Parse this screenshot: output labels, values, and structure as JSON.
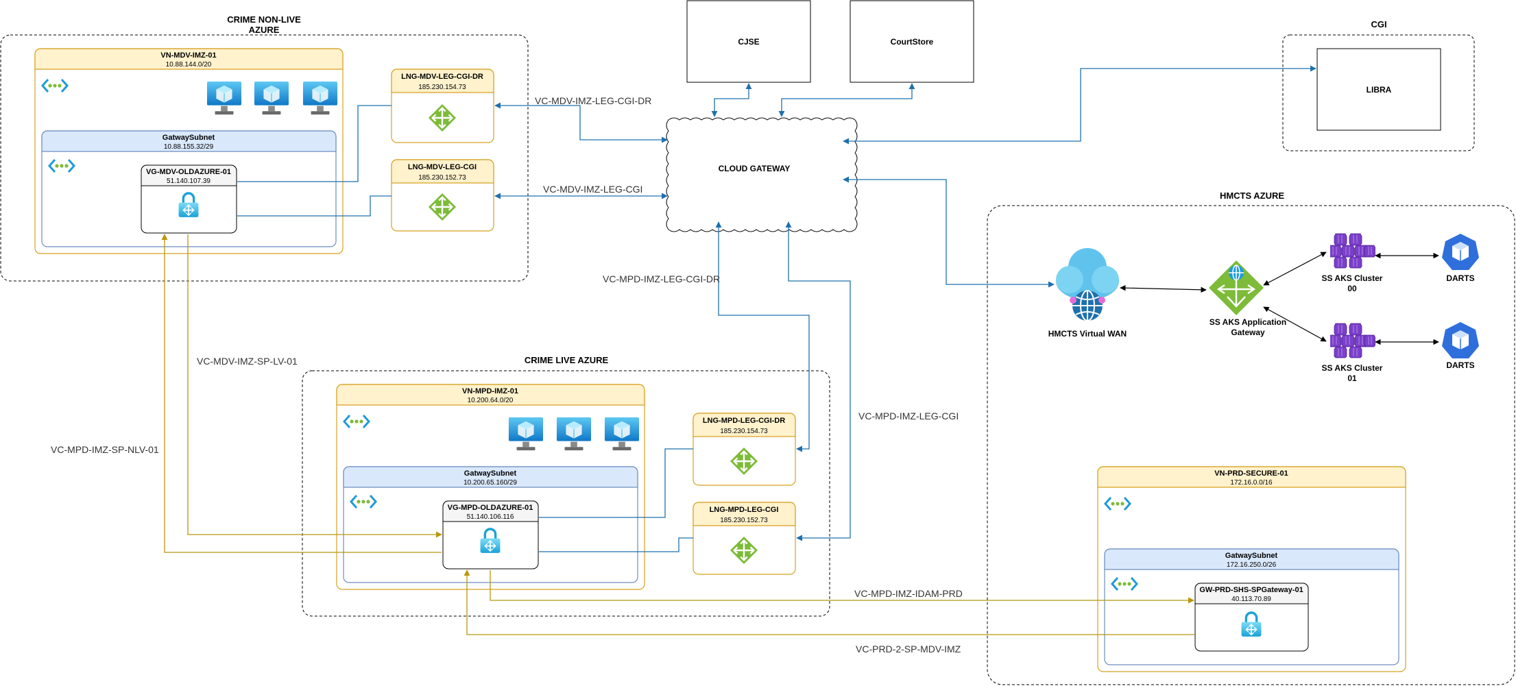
{
  "zones": {
    "crime_non_live": {
      "title_line1": "CRIME NON-LIVE",
      "title_line2": "AZURE"
    },
    "crime_live": {
      "title": "CRIME LIVE AZURE"
    },
    "hmcts_azure": {
      "title": "HMCTS AZURE"
    },
    "cgi": {
      "title": "CGI"
    }
  },
  "vnets": {
    "mdv": {
      "name": "VN-MDV-IMZ-01",
      "cidr": "10.88.144.0/20"
    },
    "mpd": {
      "name": "VN-MPD-IMZ-01",
      "cidr": "10.200.64.0/20"
    },
    "prd": {
      "name": "VN-PRD-SECURE-01",
      "cidr": "172.16.0.0/16"
    }
  },
  "subnets": {
    "mdv": {
      "name": "GatwaySubnet",
      "cidr": "10.88.155.32/29"
    },
    "mpd": {
      "name": "GatwaySubnet",
      "cidr": "10.200.65.160/29"
    },
    "prd": {
      "name": "GatwaySubnet",
      "cidr": "172.16.250.0/26"
    }
  },
  "gateways": {
    "mdv": {
      "name": "VG-MDV-OLDAZURE-01",
      "ip": "51.140.107.39"
    },
    "mpd": {
      "name": "VG-MPD-OLDAZURE-01",
      "ip": "51.140.106.116"
    },
    "prd": {
      "name": "GW-PRD-SHS-SPGateway-01",
      "ip": "40.113.70.89"
    }
  },
  "lngs": {
    "mdv_dr": {
      "name": "LNG-MDV-LEG-CGI-DR",
      "ip": "185.230.154.73"
    },
    "mdv": {
      "name": "LNG-MDV-LEG-CGI",
      "ip": "185.230.152.73"
    },
    "mpd_dr": {
      "name": "LNG-MPD-LEG-CGI-DR",
      "ip": "185.230.154.73"
    },
    "mpd": {
      "name": "LNG-MPD-LEG-CGI",
      "ip": "185.230.152.73"
    }
  },
  "systems": {
    "cjse": "CJSE",
    "courtstore": "CourtStore",
    "libra": "LIBRA"
  },
  "cloud": {
    "label": "CLOUD GATEWAY"
  },
  "hmcts": {
    "vwan": "HMCTS Virtual WAN",
    "appgw_line1": "SS AKS Application",
    "appgw_line2": "Gateway",
    "aks00_line1": "SS AKS Cluster",
    "aks00_line2": "00",
    "aks01_line1": "SS AKS Cluster",
    "aks01_line2": "01",
    "darts1": "DARTS",
    "darts2": "DARTS"
  },
  "connections": {
    "mdv_dr": "VC-MDV-IMZ-LEG-CGI-DR",
    "mdv": "VC-MDV-IMZ-LEG-CGI",
    "mpd_dr": "VC-MPD-IMZ-LEG-CGI-DR",
    "mpd": "VC-MPD-IMZ-LEG-CGI",
    "sp_lv": "VC-MDV-IMZ-SP-LV-01",
    "sp_nlv": "VC-MPD-IMZ-SP-NLV-01",
    "idam": "VC-MPD-IMZ-IDAM-PRD",
    "prd2": "VC-PRD-2-SP-MDV-IMZ"
  },
  "colors": {
    "blue": "#1f70ad",
    "gold": "#b8970a",
    "vnet_fill": "#fff2cc",
    "vnet_border": "#d6a021",
    "subnet_fill": "#dae8fc",
    "subnet_border": "#6c8ebf"
  }
}
